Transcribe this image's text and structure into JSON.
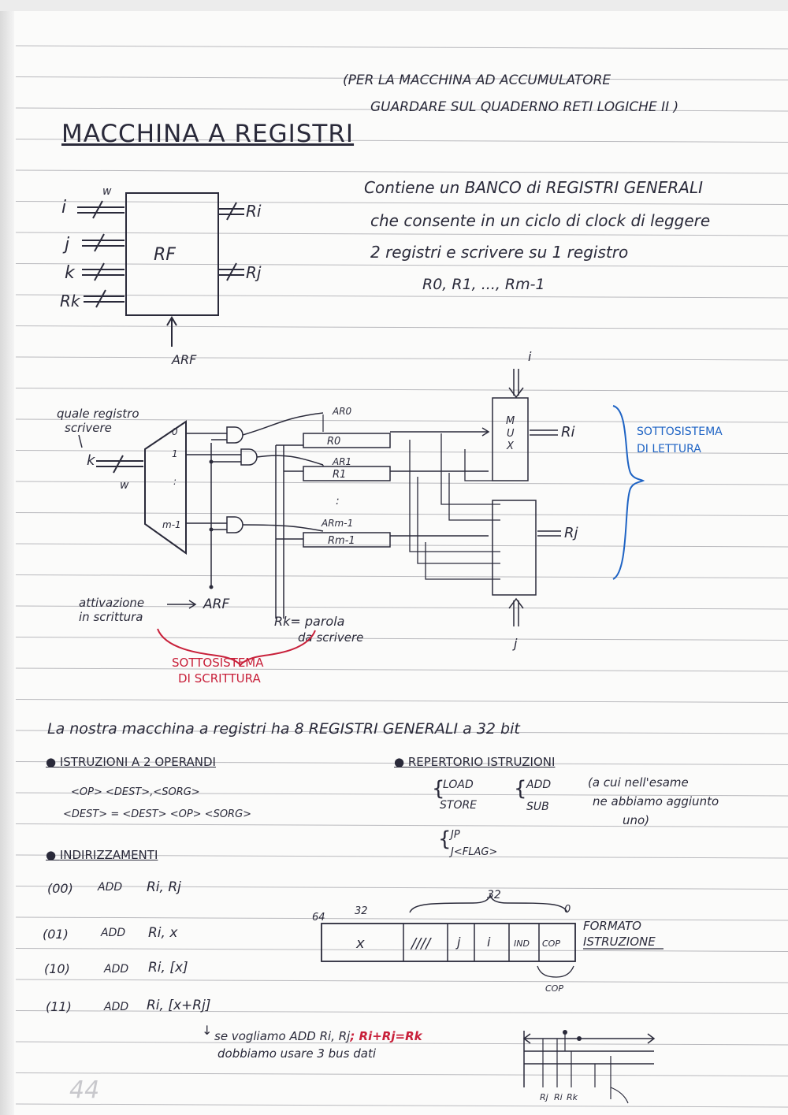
{
  "page": {
    "header_note": [
      "(PER LA MACCHINA AD ACCUMULATORE",
      "GUARDARE SUL QUADERNO RETI LOGICHE II )"
    ],
    "title": "MACCHINA A REGISTRI",
    "description": [
      "Contiene un BANCO di REGISTRI GENERALI",
      "che consente in un ciclo di clock di leggere",
      "2 registri e scrivere su 1 registro",
      "R0, R1, ..., Rm-1"
    ],
    "rf_diagram": {
      "inputs": [
        "i",
        "j",
        "k",
        "Rk"
      ],
      "width_label": "w",
      "block_label": "RF",
      "outputs": [
        "Ri",
        "Rj"
      ],
      "control": "ARF"
    },
    "write_subsystem": {
      "select_note": [
        "quale registro",
        "scrivere"
      ],
      "decoder_input": "k",
      "width_label": "w",
      "decoder_outputs": [
        "0",
        "1",
        ":",
        "m-1"
      ],
      "registers": [
        "R0",
        "R1",
        ":",
        "Rm-1"
      ],
      "enables": [
        "AR0",
        "AR1",
        "ARm-1"
      ],
      "enable_note": [
        "attivazione",
        "in scrittura"
      ],
      "enable_signal": "ARF",
      "data_note": [
        "Rk= parola",
        "da scrivere"
      ],
      "label": [
        "SOTTOSISTEMA",
        "DI SCRITTURA"
      ]
    },
    "read_subsystem": {
      "mux_label": [
        "M",
        "U",
        "X"
      ],
      "sel_top": "i",
      "sel_bottom": "j",
      "out_top": "Ri",
      "out_bottom": "Rj",
      "label": [
        "SOTTOSISTEMA",
        "DI LETTURA"
      ]
    },
    "statement": "La nostra macchina a registri ha 8 REGISTRI GENERALI a 32 bit",
    "two_operands": {
      "heading": "ISTRUZIONI A 2 OPERANDI",
      "lines": [
        "<OP> <DEST>,<SORG>",
        "<DEST> = <DEST> <OP> <SORG>"
      ]
    },
    "repertoire": {
      "heading": "REPERTORIO ISTRUZIONI",
      "group1": [
        "LOAD",
        "STORE"
      ],
      "group2": [
        "ADD",
        "SUB"
      ],
      "group3": [
        "JP",
        "J<FLAG>"
      ],
      "note": [
        "(a cui nell'esame",
        "ne abbiamo aggiunto",
        "uno)"
      ]
    },
    "addressing": {
      "heading": "INDIRIZZAMENTI",
      "modes": [
        {
          "code": "(00)",
          "instr": "ADD",
          "ops": "Ri, Rj"
        },
        {
          "code": "(01)",
          "instr": "ADD",
          "ops": "Ri, x"
        },
        {
          "code": "(10)",
          "instr": "ADD",
          "ops": "Ri, [x]"
        },
        {
          "code": "(11)",
          "instr": "ADD",
          "ops": "Ri, [x+Rj]"
        }
      ],
      "footnote_1": "se vogliamo ADD Ri, Rj",
      "footnote_red": "; Ri+Rj=Rk",
      "footnote_2": "dobbiamo usare 3 bus dati"
    },
    "format": {
      "total_bits": "32",
      "bit_high": "64",
      "bit_mid": "32",
      "bit_low": "0",
      "fields": [
        "x",
        "////",
        "j",
        "i",
        "IND",
        "COP"
      ],
      "cop_label": "COP",
      "caption": [
        "FORMATO",
        "ISTRUZIONE"
      ]
    },
    "bus_sketch": {
      "labels": [
        "Rj",
        "Ri",
        "Rk"
      ]
    },
    "page_number": "44"
  }
}
